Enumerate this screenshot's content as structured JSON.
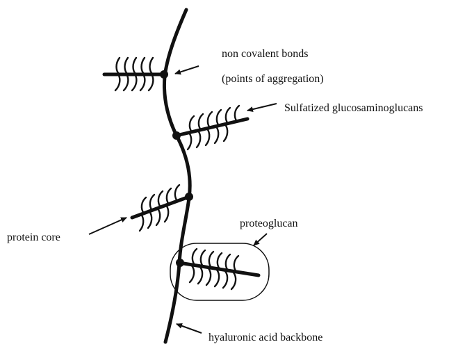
{
  "labels": {
    "non_covalent": "non covalent bonds",
    "points_aggregation": "(points of aggregation)",
    "sulfatized": "Sulfatized glucosaminoglucans",
    "protein_core": "protein core",
    "proteoglucan": "proteoglucan",
    "hyaluronic": "hyaluronic acid backbone"
  },
  "colors": {
    "ink": "#111111",
    "background": "#ffffff"
  }
}
